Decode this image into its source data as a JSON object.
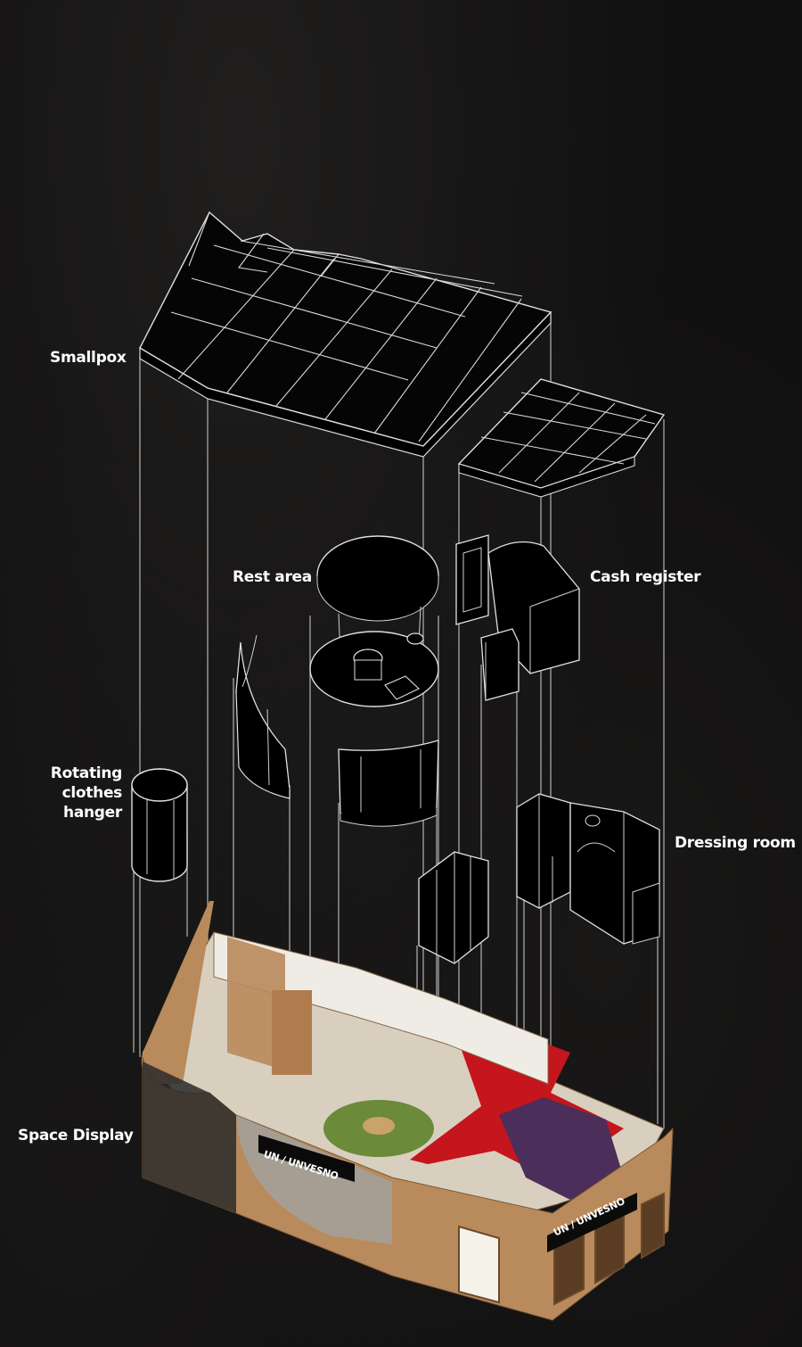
{
  "labels": {
    "smallpox": "Smallpox",
    "rest_area": "Rest area",
    "cash_register": "Cash register",
    "rotating_hanger_line1": "Rotating",
    "rotating_hanger_line2": "clothes",
    "rotating_hanger_line3": "hanger",
    "dressing_room": "Dressing room",
    "space_display": "Space Display"
  },
  "signage": {
    "front_sign": "UN / UNVESNO",
    "side_sign": "UN / UNVESNO"
  },
  "colors": {
    "background": "#111010",
    "line": "#e8e8e8",
    "module_fill": "#000000",
    "wood": "#b98a5c",
    "red": "#c4161c",
    "carpet_green": "#6b8a3a",
    "purple": "#4b2f5a"
  }
}
